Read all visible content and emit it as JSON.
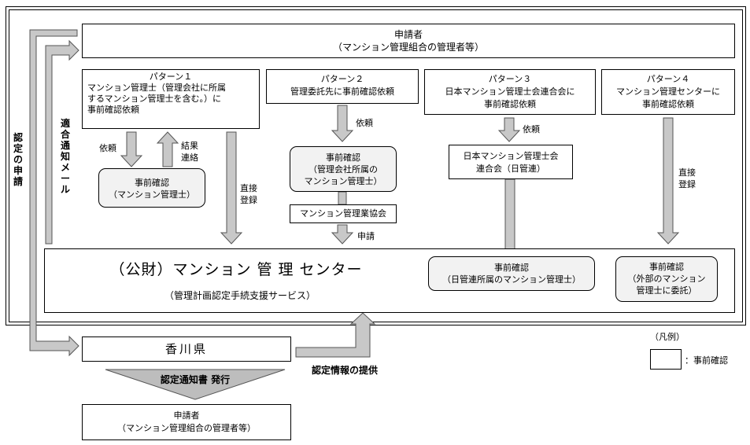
{
  "applicant_top": {
    "title": "申請者",
    "subtitle": "（マンション管理組合の管理者等）"
  },
  "side_labels": {
    "application": "認定の申請",
    "notification_mail": "適合通知メール"
  },
  "pattern1": {
    "title": "パターン１",
    "body": [
      "マンション管理士（管理会社に所属",
      "するマンション管理士を含む。）に",
      "事前確認依頼"
    ],
    "request_label": "依頼",
    "result_label": [
      "結果",
      "連絡"
    ],
    "check_box": [
      "事前確認",
      "（マンション管理士）"
    ],
    "direct_label": [
      "直接",
      "登録"
    ]
  },
  "pattern2": {
    "title": "パターン２",
    "body": [
      "管理委託先に事前確認依頼"
    ],
    "request_label": "依頼",
    "check_box": [
      "事前確認",
      "（管理会社所属の",
      "マンション管理士）"
    ],
    "association_box": "マンション管理業協会",
    "apply_label": "申請"
  },
  "pattern3": {
    "title": "パターン３",
    "body": [
      "日本マンション管理士会連合会に",
      "事前確認依頼"
    ],
    "request_label": "依頼",
    "federation_box": [
      "日本マンション管理士会",
      "連合会（日管連）"
    ],
    "check_box": [
      "事前確認",
      "（日管連所属のマンション管理士）"
    ]
  },
  "pattern4": {
    "title": "パターン４",
    "body": [
      "マンション管理センターに",
      "事前確認依頼"
    ],
    "direct_label": [
      "直接",
      "登録"
    ],
    "check_box": [
      "事前確認",
      "（外部のマンション",
      "管理士に委託）"
    ]
  },
  "center": {
    "name": "（公財）マンション 管 理 センター",
    "service": "（管理計画認定手続支援サービス）"
  },
  "kagawa": "香川県",
  "provide_label": "認定情報の提供",
  "issue_label": "認定通知書 発行",
  "applicant_bottom": {
    "title": "申請者",
    "subtitle": "（マンション管理組合の管理者等）"
  },
  "legend": {
    "title": "（凡例）",
    "item": "：事前確認"
  },
  "colors": {
    "arrow_fill": "#c8c8c8",
    "arrow_stroke": "#555555",
    "rounded_fill": "#f2f2f2"
  }
}
